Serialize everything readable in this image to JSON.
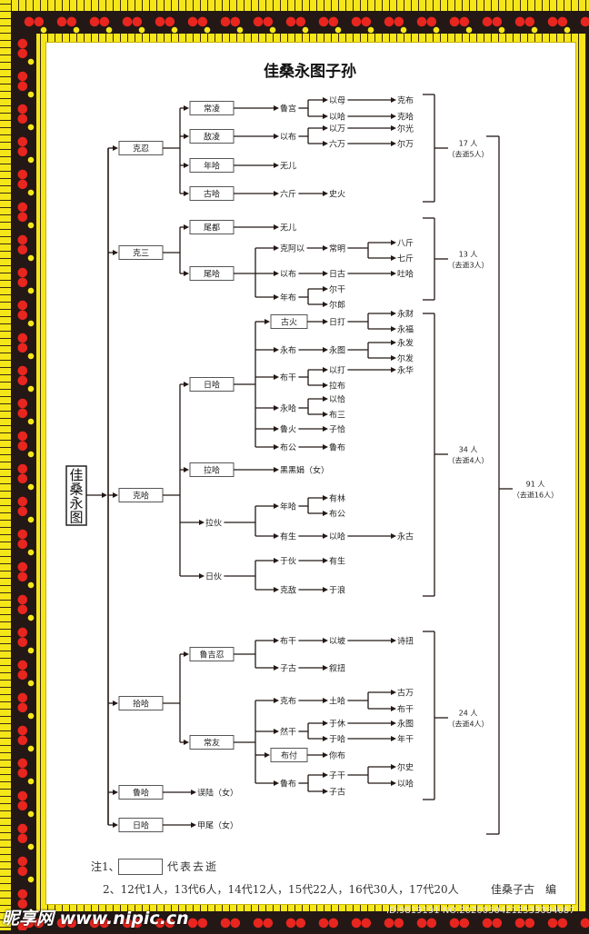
{
  "title": "佳桑永图子孙",
  "root": "佳桑永图",
  "nodes": {
    "a1": "克忍",
    "a2": "克三",
    "a3": "克哈",
    "a4": "拾哈",
    "a5": "鲁哈",
    "a6": "日哈",
    "b1": "常凌",
    "b2": "敌凌",
    "b3": "年哈",
    "b4": "古哈",
    "b5": "尾都",
    "b6": "尾哈",
    "b7": "日哈",
    "b8": "拉哈",
    "b9": "拉伙",
    "b10": "日伙",
    "b11": "鲁吉忍",
    "b12": "常友",
    "b13": "误陆（女）",
    "b14": "甲尾（女）",
    "c1": "鲁宫",
    "c2": "以布",
    "c3": "无儿",
    "c4": "六斤",
    "c5": "无儿",
    "c6": "克阿以",
    "c7": "以布",
    "c8": "年布",
    "c9": "古火",
    "c10": "永布",
    "c11": "布干",
    "c12": "永哈",
    "c13": "鲁火",
    "c14": "布公",
    "c15": "黑黑娟（女）",
    "c16": "年哈",
    "c17": "有生",
    "c18": "于伙",
    "c19": "克敌",
    "c20": "布干",
    "c21": "子古",
    "c22": "克布",
    "c23": "然干",
    "c24": "布付",
    "c25": "鲁布",
    "d1": "以母",
    "d2": "以哈",
    "d3": "以万",
    "d4": "六万",
    "d5": "史火",
    "d6": "常明",
    "d7": "日古",
    "d8": "尔干",
    "d9": "尔郎",
    "d10": "日打",
    "d11": "永图",
    "d12": "以打",
    "d13": "拉布",
    "d14": "以恰",
    "d15": "布三",
    "d16": "子恰",
    "d17": "鲁布",
    "d18": "有林",
    "d19": "布公",
    "d20": "以哈",
    "d21": "有生",
    "d22": "于浪",
    "d23": "以坡",
    "d24": "叙扭",
    "d25": "土哈",
    "d26": "于休",
    "d27": "于哈",
    "d28": "你布",
    "d29": "子干",
    "d30": "子古",
    "e1": "克布",
    "e2": "克哈",
    "e3": "尔光",
    "e4": "尔万",
    "e5": "八斤",
    "e6": "七斤",
    "e7": "吐哈",
    "e8": "永财",
    "e9": "永福",
    "e10": "永发",
    "e11": "尔发",
    "e12": "永华",
    "e13": "永古",
    "e14": "诗扭",
    "e15": "古万",
    "e16": "布干",
    "e17": "永图",
    "e18": "年干",
    "e19": "尔史",
    "e20": "以哈"
  },
  "groups": [
    {
      "count": "17 人",
      "deceased": "（去逝5人）"
    },
    {
      "count": "13 人",
      "deceased": "（去逝3人）"
    },
    {
      "count": "34 人",
      "deceased": "（去逝4人）"
    },
    {
      "count": "24 人",
      "deceased": "（去逝4人）"
    }
  ],
  "total": {
    "count": "91 人",
    "deceased": "（去逝16人）"
  },
  "notes": {
    "note1_prefix": "注1、",
    "note1_suffix": "代表去逝",
    "note2": "2、12代1人，13代6人，14代12人，15代22人，16代30人，17代20人",
    "author": "佳桑子古　编"
  },
  "watermark": {
    "site": "昵享网 www.nipic.cn",
    "id": "ID:9819191 NO:20200504212533084087"
  },
  "colors": {
    "border_dark": "#231815",
    "border_yellow": "#f5e61a",
    "scroll_red": "#e8251f",
    "line": "#231815"
  }
}
